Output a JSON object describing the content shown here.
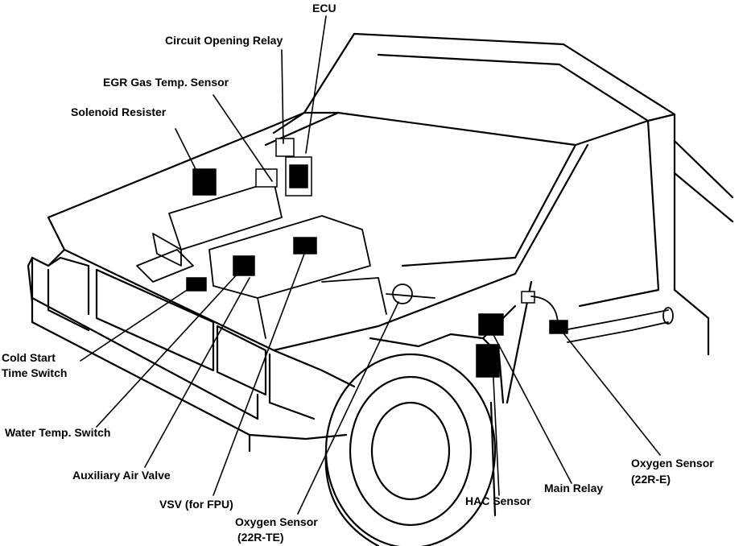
{
  "labels": {
    "ecu": "ECU",
    "circuit_opening_relay": "Circuit Opening Relay",
    "egr_gas_temp_sensor": "EGR Gas Temp. Sensor",
    "solenoid_resister": "Solenoid Resister",
    "cold_start_line1": "Cold Start",
    "cold_start_line2": "Time Switch",
    "water_temp_switch": "Water Temp. Switch",
    "auxiliary_air_valve": "Auxiliary Air Valve",
    "vsv_fpu": "VSV (for FPU)",
    "oxygen_22rte_line1": "Oxygen Sensor",
    "oxygen_22rte_line2": "(22R-TE)",
    "hac_sensor": "HAC Sensor",
    "main_relay": "Main Relay",
    "oxygen_22re_line1": "Oxygen Sensor",
    "oxygen_22re_line2": "(22R-E)"
  }
}
